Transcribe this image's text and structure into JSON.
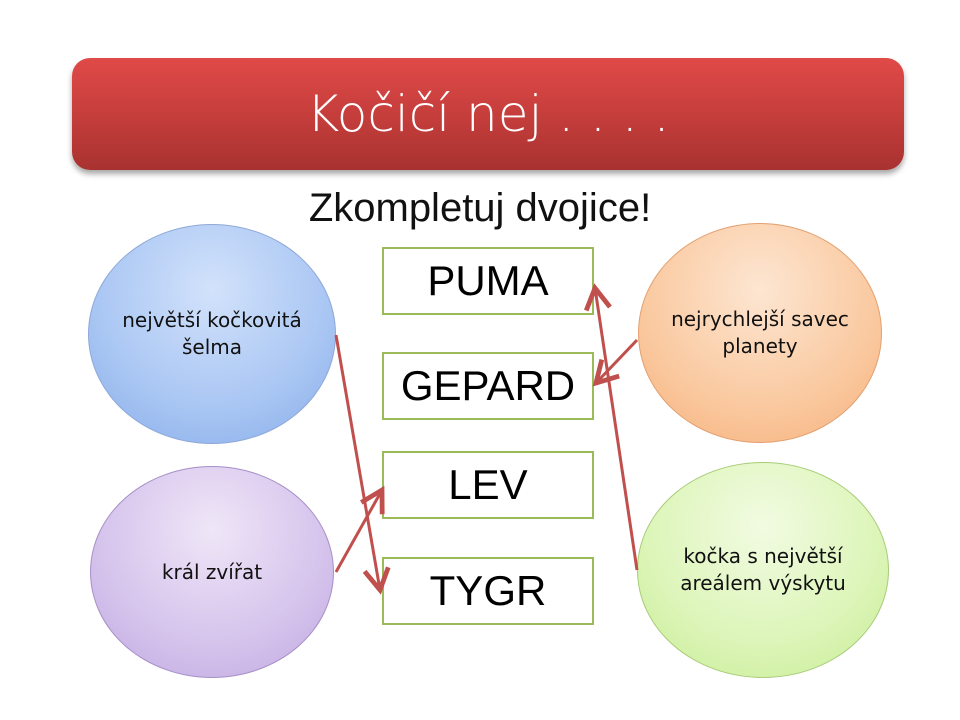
{
  "title": "Kočičí nej . . . .",
  "subtitle": "Zkompletuj dvojice!",
  "animals": [
    "PUMA",
    "GEPARD",
    "LEV",
    "TYGR"
  ],
  "clues": {
    "largest": "největší kočkovitá šelma",
    "king": "král zvířat",
    "fastest": "nejrychlejší savec planety",
    "range": "kočka s největší areálem výskytu"
  },
  "colors": {
    "arrow": "#c0504d",
    "box_border": "#9bbb59"
  }
}
